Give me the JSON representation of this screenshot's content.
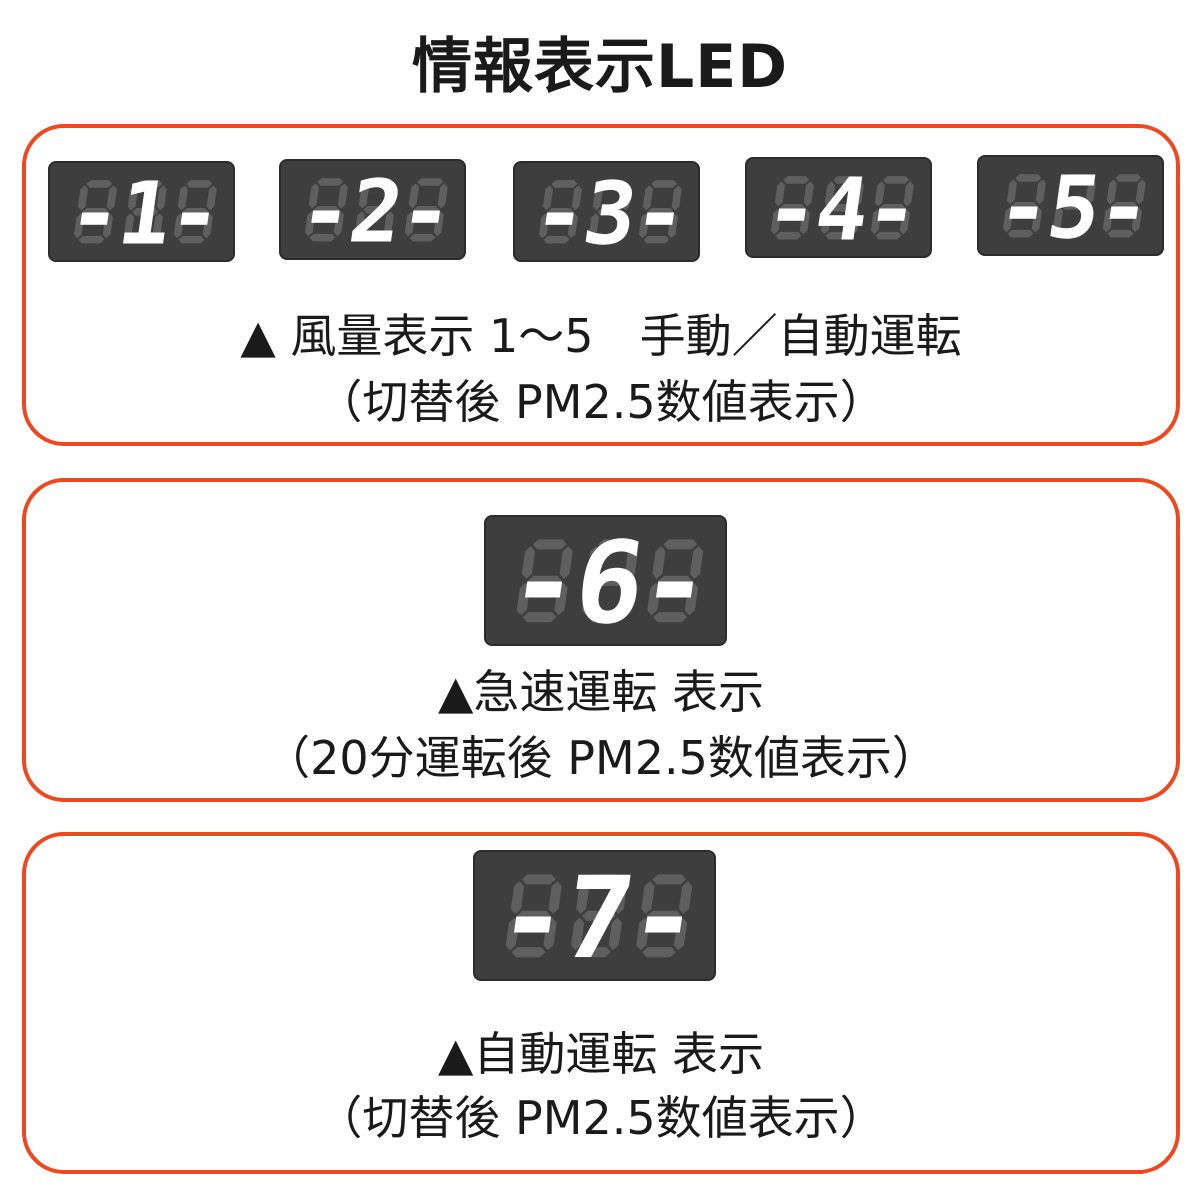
{
  "title": "情報表示LED",
  "colors": {
    "border": "#f0481e",
    "led_bg": "#3e3e3e",
    "segment_on": "#ffffff",
    "segment_off": "#5f5f5f"
  },
  "sections": [
    {
      "displays": [
        {
          "readout": "-1-"
        },
        {
          "readout": "-2-"
        },
        {
          "readout": "-3-"
        },
        {
          "readout": "-4-"
        },
        {
          "readout": "-5-"
        }
      ],
      "line1": "▲ 風量表示 1〜5　手動／自動運転",
      "line2": "（切替後 PM2.5数値表示）"
    },
    {
      "displays": [
        {
          "readout": "-6-"
        }
      ],
      "line1": "▲急速運転 表示",
      "line2": "（20分運転後 PM2.5数値表示）"
    },
    {
      "displays": [
        {
          "readout": "-7-"
        }
      ],
      "line1": "▲自動運転 表示",
      "line2": "（切替後 PM2.5数値表示）"
    }
  ]
}
